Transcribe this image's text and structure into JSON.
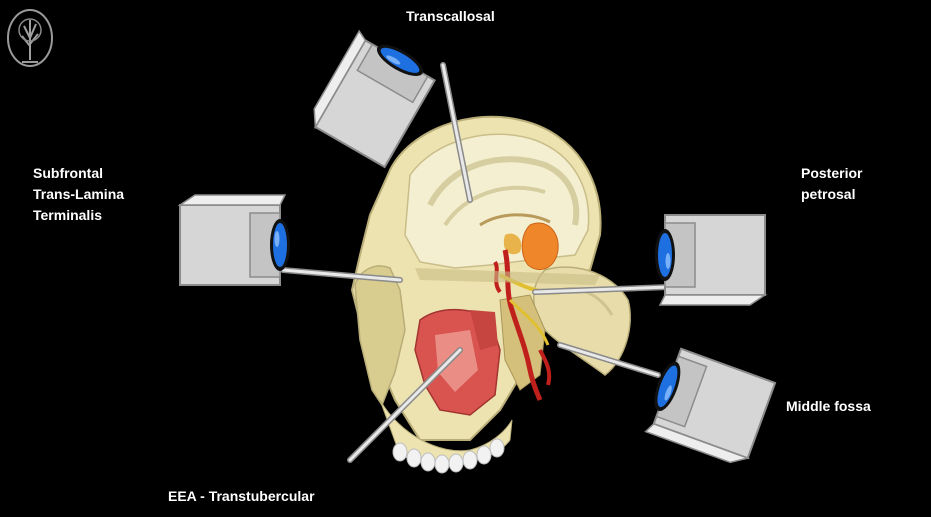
{
  "labels": {
    "transcallosal": "Transcallosal",
    "subfrontal": "Subfrontal\nTrans-Lamina\nTerminalis",
    "posterior_petrosal": "Posterior\npetrosal",
    "middle_fossa": "Middle fossa",
    "eea": "EEA - Transtubercular"
  },
  "icons": [
    "tree-logo-icon",
    "microscope-icon"
  ],
  "colors": {
    "background": "#000000",
    "skull": "#ede3b0",
    "skull_shadow": "#d8cc8e",
    "brain": "#f4efd0",
    "nasal_mucosa": "#d9534f",
    "ventricle": "#f0862a",
    "vessel": "#c0201c",
    "lens": "#1e6fe0",
    "scope_body": "#dcdcdc"
  }
}
